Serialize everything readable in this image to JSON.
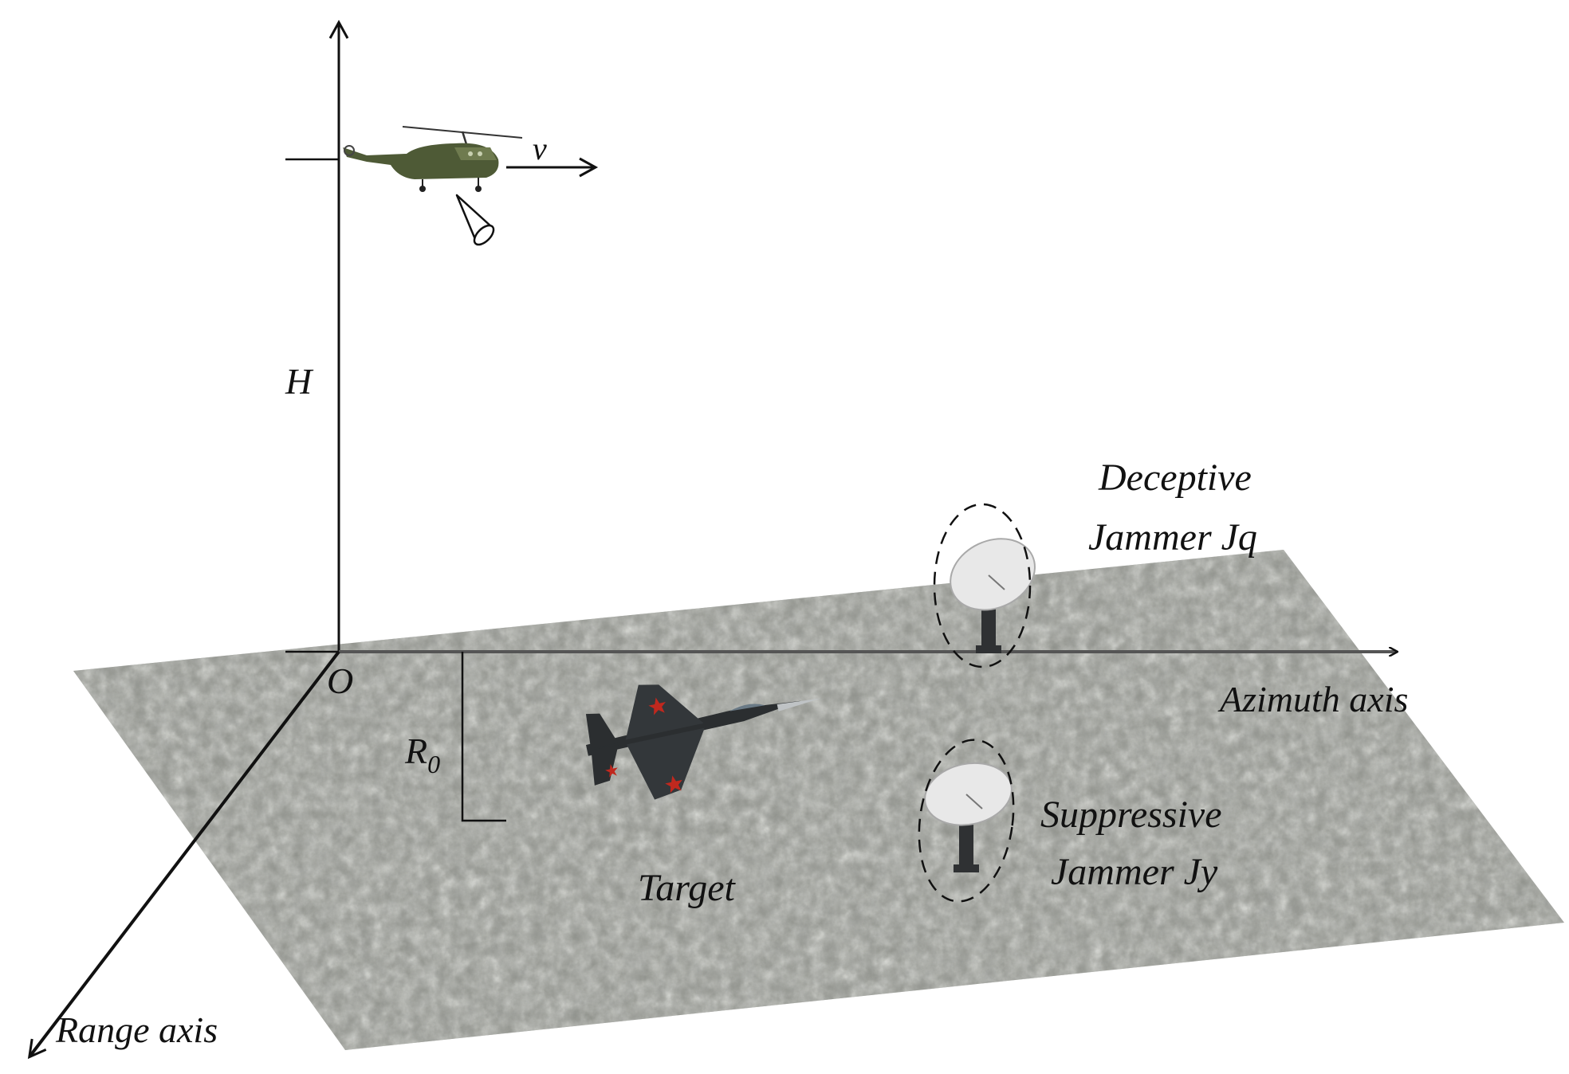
{
  "diagram": {
    "labels": {
      "velocity": "v",
      "height": "H",
      "origin": "O",
      "range_offset_base": "R",
      "range_offset_sub": "0",
      "azimuth_axis": "Azimuth axis",
      "range_axis": "Range axis",
      "target": "Target",
      "deceptive_line1": "Deceptive",
      "deceptive_line2": "Jammer Jq",
      "suppressive_line1": "Suppressive",
      "suppressive_line2": "Jammer Jy"
    },
    "elements": {
      "platform": "helicopter-icon",
      "beam": "radar-beam-cone-icon",
      "target": "fighter-jet-icon",
      "jammers": "satellite-dish-icon",
      "ground": "terrain-surface"
    },
    "colors": {
      "ground": "#8f918b",
      "axis": "#111111",
      "azimuth_axis": "#555555",
      "helicopter": "#4e5a36",
      "jet": "#2b2e30",
      "dish": "#e8e8e8"
    }
  }
}
